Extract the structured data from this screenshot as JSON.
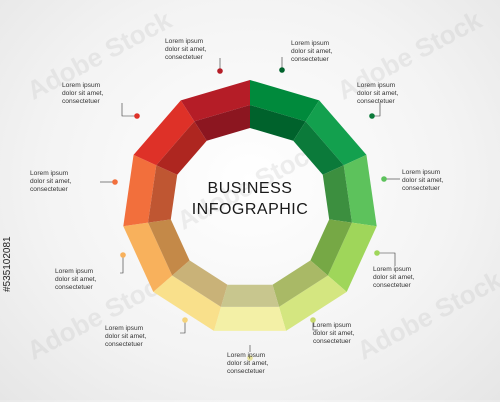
{
  "title_line1": "BUSINESS",
  "title_line2": "INFOGRAPHIC",
  "watermark": "Adobe Stock",
  "stock_id": "#535102081",
  "segment_colors": [
    [
      "#008a3c",
      "#00622c"
    ],
    [
      "#13a04e",
      "#0b7a3a"
    ],
    [
      "#5dc25c",
      "#3c8f3f"
    ],
    [
      "#9fd65a",
      "#76a845"
    ],
    [
      "#d4e680",
      "#a9b966"
    ],
    [
      "#f3f0a6",
      "#c8c68e"
    ],
    [
      "#f9e08b",
      "#c9b278"
    ],
    [
      "#f8b15c",
      "#c48948"
    ],
    [
      "#f26f3c",
      "#bf5632"
    ],
    [
      "#de3128",
      "#ae2620"
    ],
    [
      "#b51d27",
      "#8c1620"
    ]
  ],
  "labels": [
    {
      "l1": "Lorem ipsum",
      "l2": "dolor sit amet,",
      "l3": "consectetuer"
    },
    {
      "l1": "Lorem ipsum",
      "l2": "dolor sit amet,",
      "l3": "consectetuer"
    },
    {
      "l1": "Lorem ipsum",
      "l2": "dolor sit amet,",
      "l3": "consectetuer"
    },
    {
      "l1": "Lorem ipsum",
      "l2": "dolor sit amet,",
      "l3": "consectetuer"
    },
    {
      "l1": "Lorem ipsum",
      "l2": "dolor sit amet,",
      "l3": "consectetuer"
    },
    {
      "l1": "Lorem ipsum",
      "l2": "dolor sit amet,",
      "l3": "consectetuer"
    },
    {
      "l1": "Lorem ipsum",
      "l2": "dolor sit amet,",
      "l3": "consectetuer"
    },
    {
      "l1": "Lorem ipsum",
      "l2": "dolor sit amet,",
      "l3": "consectetuer"
    },
    {
      "l1": "Lorem ipsum",
      "l2": "dolor sit amet,",
      "l3": "consectetuer"
    },
    {
      "l1": "Lorem ipsum",
      "l2": "dolor sit amet,",
      "l3": "consectetuer"
    },
    {
      "l1": "Lorem ipsum",
      "l2": "dolor sit amet,",
      "l3": "consectetuer"
    }
  ],
  "dot_colors": [
    "#00622c",
    "#0b7a3a",
    "#5dc25c",
    "#9fd65a",
    "#c9d96e",
    "#e8e39a",
    "#f5d37a",
    "#f8b15c",
    "#f26f3c",
    "#de3128",
    "#b51d27"
  ]
}
